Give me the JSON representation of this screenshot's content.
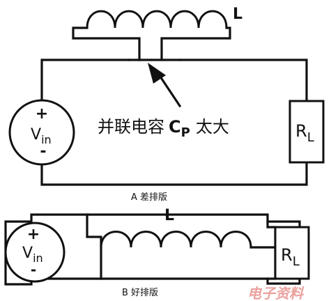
{
  "diagram_a": {
    "inductor_label": "L",
    "source_plus": "+",
    "source_v": "V",
    "source_sub": "in",
    "source_minus": "-",
    "annotation_prefix": "并联电容",
    "annotation_c": "C",
    "annotation_sub": "P",
    "annotation_suffix": "太大",
    "load_r": "R",
    "load_sub": "L",
    "caption": "A  差排版"
  },
  "diagram_b": {
    "inductor_label": "L",
    "source_plus": "+",
    "source_v": "V",
    "source_sub": "in",
    "source_minus": "-",
    "load_r": "R",
    "load_sub": "L",
    "caption": "B  好排版"
  },
  "watermark": "电子资料",
  "colors": {
    "ink": "#111111",
    "watermark": "#d9534f",
    "background": "#ffffff"
  }
}
